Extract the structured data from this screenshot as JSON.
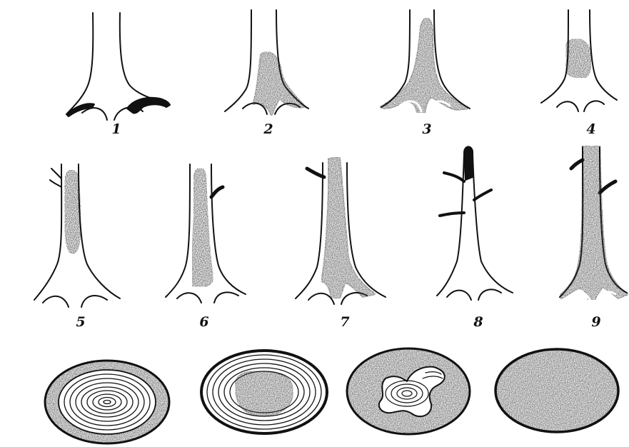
{
  "figure": {
    "labels": [
      "1",
      "2",
      "3",
      "4",
      "5",
      "6",
      "7",
      "8",
      "9"
    ],
    "ink_color": "#111111",
    "rot_color": "#3a3a3a",
    "background": "#ffffff"
  }
}
